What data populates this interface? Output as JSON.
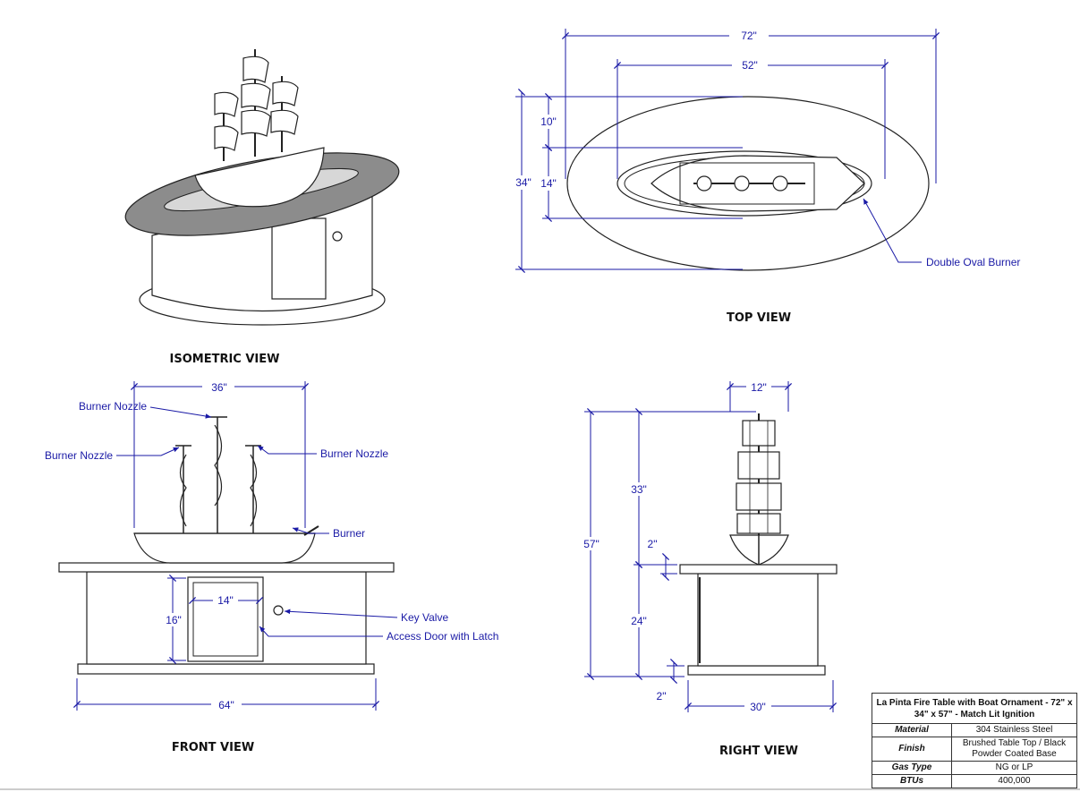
{
  "views": {
    "isometric": "ISOMETRIC VIEW",
    "top": "TOP VIEW",
    "front": "FRONT VIEW",
    "right": "RIGHT VIEW"
  },
  "top_view": {
    "dims": {
      "overall_length": "72\"",
      "burner_length": "52\"",
      "overall_depth": "34\"",
      "offset": "10\"",
      "burner_width": "14\""
    },
    "callout": "Double Oval Burner"
  },
  "front_view": {
    "dims": {
      "ornament_width": "36\"",
      "door_width": "14\"",
      "door_height": "16\"",
      "base_width": "64\""
    },
    "callouts": {
      "nozzle_top": "Burner Nozzle",
      "nozzle_left": "Burner Nozzle",
      "nozzle_right": "Burner Nozzle",
      "burner": "Burner",
      "key_valve": "Key Valve",
      "access_door": "Access Door with Latch"
    }
  },
  "right_view": {
    "dims": {
      "ornament_depth": "12\"",
      "overall_height": "57\"",
      "ornament_height": "33\"",
      "top_thickness": "2\"",
      "body_height": "24\"",
      "base_thickness": "2\"",
      "base_depth": "30\""
    }
  },
  "spec_block": {
    "title": "La Pinta Fire Table with Boat Ornament  - 72\" x 34\" x 57\" - Match Lit Ignition",
    "rows": [
      {
        "label": "Material",
        "value": "304 Stainless Steel"
      },
      {
        "label": "Finish",
        "value": "Brushed Table Top / Black Powder Coated Base"
      },
      {
        "label": "Gas Type",
        "value": "NG or LP"
      },
      {
        "label": "BTUs",
        "value": "400,000"
      }
    ]
  },
  "colors": {
    "dimension": "#1a1aa6",
    "outline": "#222222"
  }
}
